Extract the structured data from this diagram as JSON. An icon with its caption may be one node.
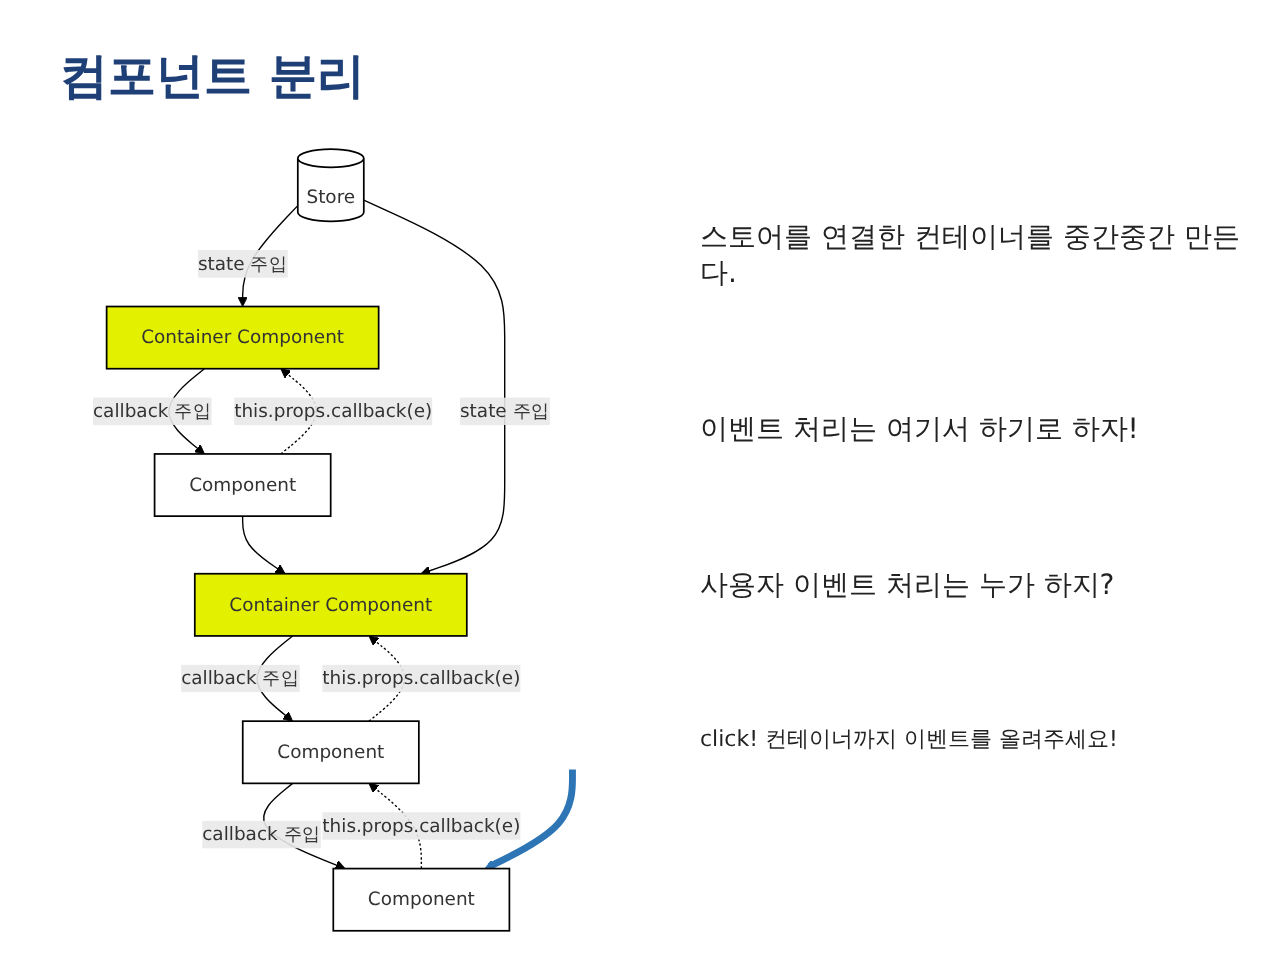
{
  "diagram": {
    "title": "컴포넌트 분리",
    "nodes": [
      {
        "text": [
          "Container Component"
        ]
      },
      {
        "text": [
          "Store"
        ]
      },
      {
        "text": [
          "Component"
        ]
      },
      {
        "text": [
          "Container Component"
        ]
      },
      {
        "text": [
          "Component"
        ]
      },
      {
        "text": [
          "Component"
        ]
      }
    ],
    "edges": [
      {
        "from": 1,
        "to": 0,
        "arrow": "to",
        "label": "state 주입"
      },
      {
        "from": 0,
        "to": 2,
        "arrow": "to",
        "label": "callback 주입"
      },
      {
        "from": 2,
        "to": 0,
        "arrow": "to",
        "label": "this.props.callback(e)",
        "style": "dashed"
      },
      {
        "from": 2,
        "to": 3,
        "arrow": "to"
      },
      {
        "from": 1,
        "to": 3,
        "arrow": "to",
        "label": "state 주입"
      },
      {
        "from": 3,
        "to": 4,
        "arrow": "to",
        "label": "callback 주입"
      },
      {
        "from": 4,
        "to": 3,
        "arrow": "to",
        "label": "this.props.callback(e)",
        "style": "dashed"
      },
      {
        "from": 4,
        "to": 5,
        "arrow": "to",
        "label": "callback 주입"
      },
      {
        "from": 5,
        "to": 4,
        "arrow": "to",
        "label": "this.props.callback(e)",
        "style": "dashed"
      },
      {
        "from": null,
        "to": 5,
        "arrow": "to",
        "style": "thick",
        "color": "#2e75b6"
      }
    ],
    "labels": [
      "스토어를 연결한 컨테이너를 중간중간 만든다.",
      "이벤트 처리는 여기서 하기로 하자!",
      "사용자 이벤트 처리는 누가 하지?",
      "click! 컨테이너까지 이벤트를 올려주세요!"
    ]
  }
}
